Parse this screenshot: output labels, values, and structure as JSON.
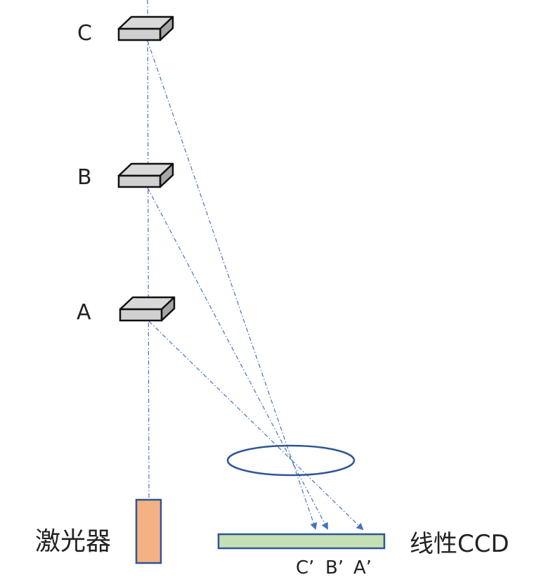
{
  "diagram": {
    "title": "Laser triangulation displacement measurement",
    "colors": {
      "beam": "#4472C4",
      "arrow": "#4472C4",
      "lens": "#2F5597",
      "box_top": "#D9D9D9",
      "box_front": "#D0D0D0",
      "box_side": "#A6A6A6",
      "box_stroke": "#111111",
      "laser_fill": "#F4B183",
      "laser_stroke": "#2F5597",
      "ccd_fill": "#C5E0B4",
      "ccd_stroke": "#2F5597",
      "text": "#222222"
    },
    "objects": [
      {
        "id": "C",
        "label": "C"
      },
      {
        "id": "B",
        "label": "B"
      },
      {
        "id": "A",
        "label": "A"
      }
    ],
    "laser": {
      "label": "激光器"
    },
    "lens": {
      "label": ""
    },
    "ccd": {
      "label": "线性CCD",
      "image_points": [
        "C’",
        "B’",
        "A’"
      ]
    }
  }
}
